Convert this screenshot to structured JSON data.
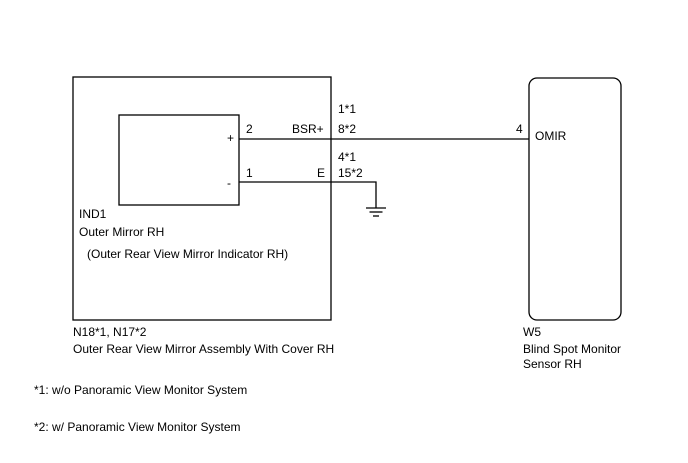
{
  "assembly": {
    "connector_codes": "N18*1, N17*2",
    "name": "Outer Rear View Mirror Assembly With Cover RH",
    "indicator": {
      "code": "IND1",
      "name": "Outer Mirror RH",
      "description": "(Outer Rear View Mirror Indicator RH)",
      "plus_symbol": "+",
      "minus_symbol": "-"
    },
    "pins": {
      "top_inner": "2",
      "top_label": "BSR+",
      "top_outer_line1": "1*1",
      "top_outer_line2": "8*2",
      "bottom_inner": "1",
      "bottom_label": "E",
      "bottom_outer_line1": "4*1",
      "bottom_outer_line2": "15*2"
    }
  },
  "sensor": {
    "code": "W5",
    "name_line1": "Blind Spot Monitor",
    "name_line2": "Sensor RH",
    "pin_number": "4",
    "pin_label": "OMIR"
  },
  "notes": [
    "*1: w/o Panoramic View Monitor System",
    "*2: w/ Panoramic View Monitor System"
  ]
}
